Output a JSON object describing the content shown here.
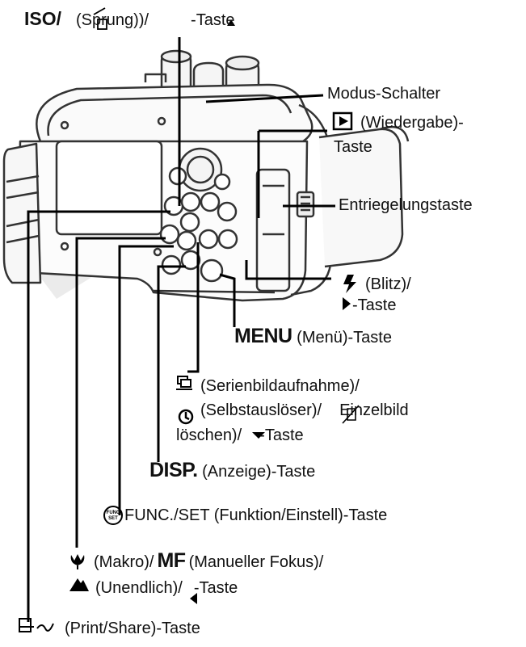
{
  "labels": {
    "iso_prefix": "ISO/",
    "iso_jump": "(Sprung))/",
    "iso_suffix": "-Taste",
    "modus": "Modus-Schalter",
    "wiedergabe_1": "(Wiedergabe)-",
    "wiedergabe_2": "Taste",
    "entriegelung": "Entriegelungstaste",
    "blitz_1": "(Blitz)/",
    "blitz_2": "-Taste",
    "menu_big": "MENU",
    "menu_rest": "(Menü)-Taste",
    "serien_1": "(Serienbildaufnahme)/",
    "serien_2a": "(Selbstauslöser)/",
    "serien_2b": "Einzelbild",
    "serien_3a": "löschen)/",
    "serien_3b": "-Taste",
    "disp_big": "DISP.",
    "disp_rest": "(Anzeige)-Taste",
    "func": "FUNC./SET (Funktion/Einstell)-Taste",
    "makro_1a": "(Makro)/",
    "makro_mf": "MF",
    "makro_1b": "(Manueller Fokus)/",
    "makro_2": "(Unendlich)/",
    "makro_2b": "-Taste",
    "print": "(Print/Share)-Taste"
  },
  "icons": {
    "func_icon_text": "FUNC SET"
  }
}
